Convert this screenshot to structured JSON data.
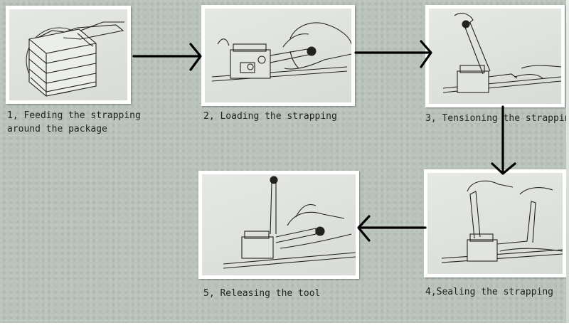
{
  "steps": [
    {
      "number": "1",
      "line1": "1, Feeding the strapping",
      "line2": "around the package",
      "drawing": "box-wrap-illustration"
    },
    {
      "number": "2",
      "line1": "2, Loading the strapping",
      "drawing": "tool-loading-illustration"
    },
    {
      "number": "3",
      "line1": "3, Tensioning the strappin",
      "drawing": "tool-tensioning-illustration"
    },
    {
      "number": "4",
      "line1": "4,Sealing the strapping",
      "drawing": "tool-sealing-illustration"
    },
    {
      "number": "5",
      "line1": "5, Releasing the tool",
      "drawing": "tool-releasing-illustration"
    }
  ],
  "colors": {
    "background": "#b9c3bb",
    "frame": "#ffffff",
    "line_art": "#1a1a1a",
    "arrow": "#000000"
  }
}
